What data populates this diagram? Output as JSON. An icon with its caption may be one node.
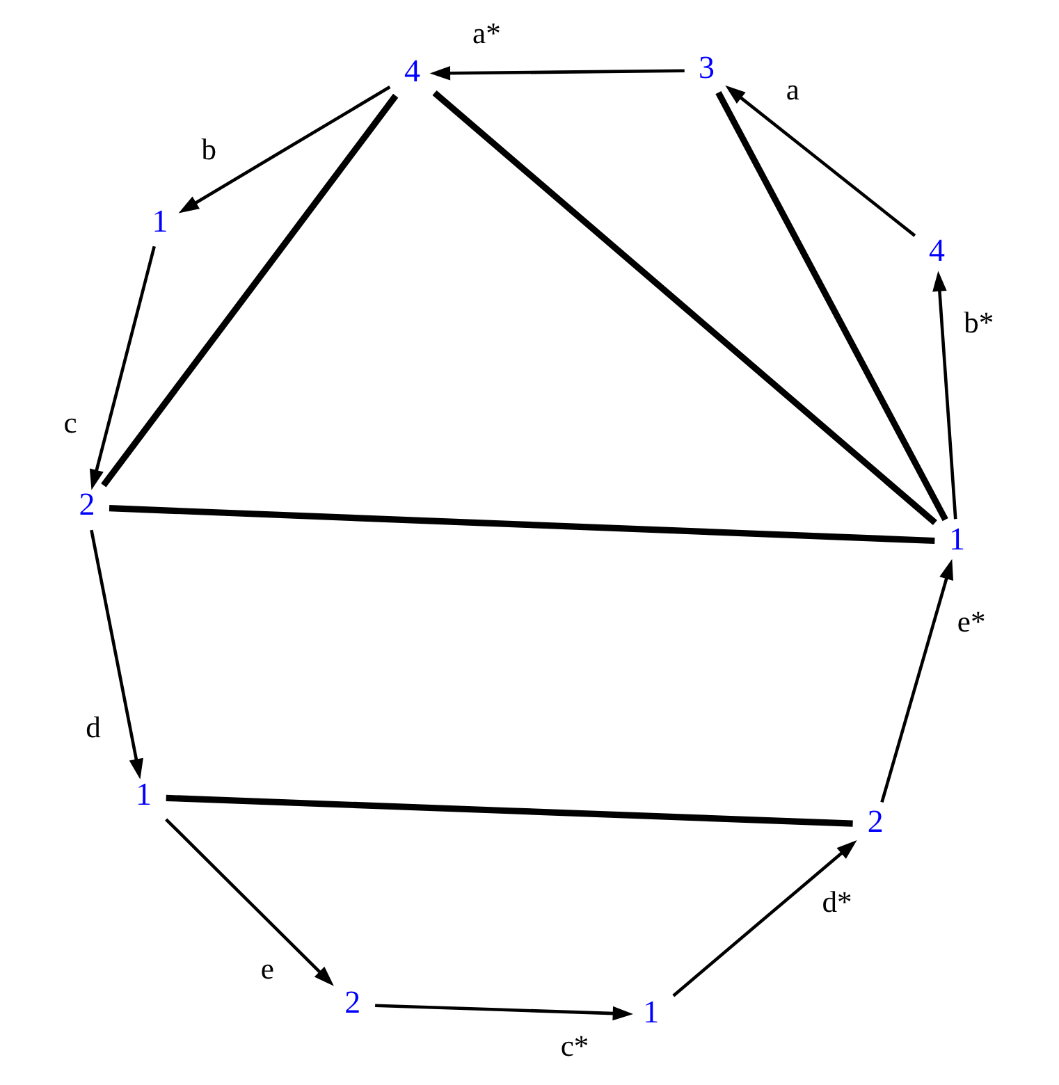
{
  "diagram": {
    "nodes": [
      {
        "text": [
          "1"
        ]
      },
      {
        "text": [
          "2"
        ]
      },
      {
        "text": [
          "1"
        ]
      },
      {
        "text": [
          "2"
        ]
      },
      {
        "text": [
          "1"
        ]
      },
      {
        "text": [
          "2"
        ]
      },
      {
        "text": [
          "1"
        ]
      },
      {
        "text": [
          "4"
        ]
      },
      {
        "text": [
          "3"
        ]
      },
      {
        "text": [
          "4"
        ]
      }
    ],
    "edges": [
      {
        "from": 1,
        "to": 0,
        "arrow": "to",
        "label": "e*"
      },
      {
        "from": 2,
        "to": 1,
        "arrow": "to",
        "label": "d*"
      },
      {
        "from": 3,
        "to": 2,
        "arrow": "to",
        "label": "c*"
      },
      {
        "from": 4,
        "to": 3,
        "arrow": "to",
        "label": "e"
      },
      {
        "from": 5,
        "to": 4,
        "arrow": "to",
        "label": "d"
      },
      {
        "from": 6,
        "to": 5,
        "arrow": "to",
        "label": "c"
      },
      {
        "from": 7,
        "to": 6,
        "arrow": "to",
        "label": "b"
      },
      {
        "from": 8,
        "to": 7,
        "arrow": "to",
        "label": "a*"
      },
      {
        "from": 9,
        "to": 8,
        "arrow": "to",
        "label": "a"
      },
      {
        "from": 0,
        "to": 9,
        "arrow": "to",
        "label": "b*"
      },
      {
        "from": 0,
        "to": 8,
        "arrow": "none",
        "style": "thick"
      },
      {
        "from": 0,
        "to": 7,
        "arrow": "none",
        "style": "thick"
      },
      {
        "from": 0,
        "to": 5,
        "arrow": "none",
        "style": "thick"
      },
      {
        "from": 1,
        "to": 4,
        "arrow": "none",
        "style": "thick"
      },
      {
        "from": 7,
        "to": 5,
        "arrow": "none",
        "style": "thick"
      }
    ]
  }
}
